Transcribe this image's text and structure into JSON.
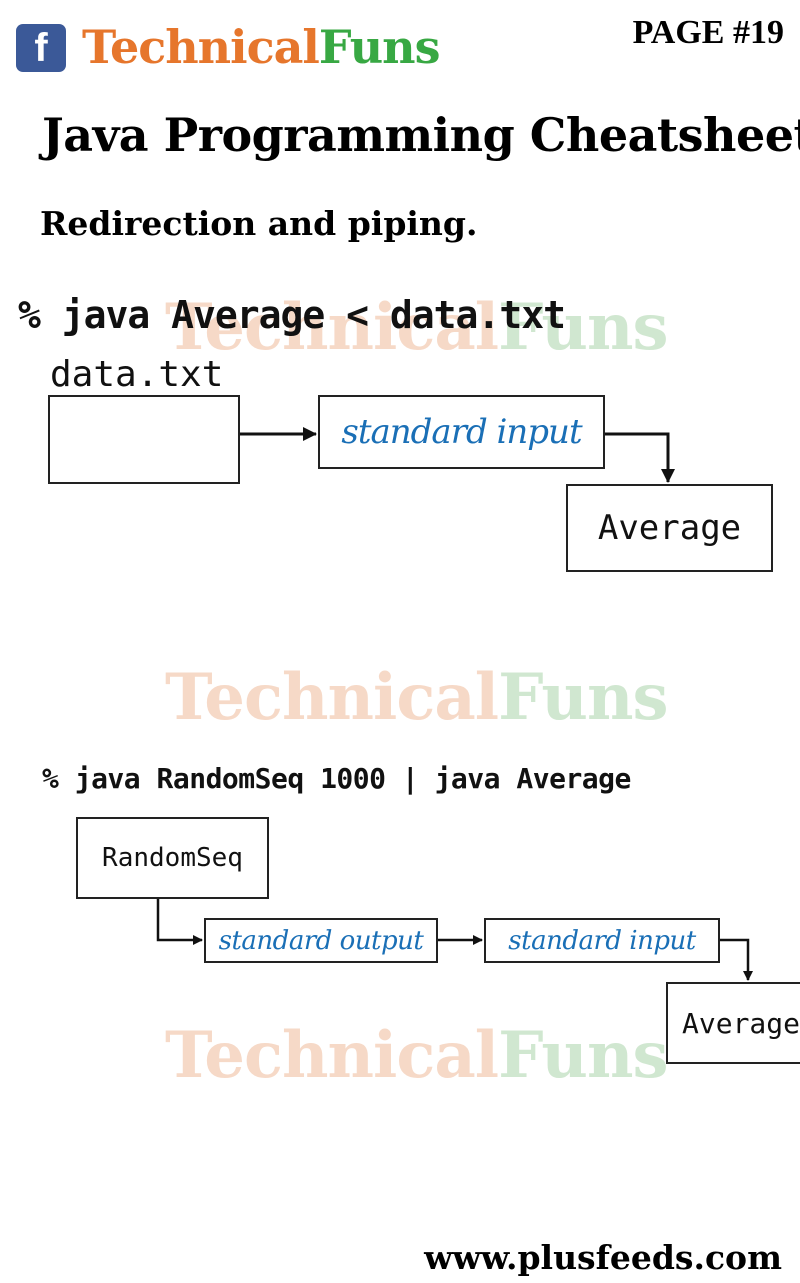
{
  "header": {
    "fb_glyph": "f",
    "brand_part1": "Technical",
    "brand_part2": "Funs",
    "page_label": "PAGE #19"
  },
  "title": "Java Programming Cheatsheet",
  "subtitle": "Redirection and piping.",
  "diagram1": {
    "command": "% java Average < data.txt",
    "file_label": "data.txt",
    "input_box": "standard input",
    "program_box": "Average"
  },
  "diagram2": {
    "command": "% java RandomSeq 1000 | java Average",
    "source_box": "RandomSeq",
    "output_box": "standard output",
    "input_box": "standard input",
    "program_box": "Average"
  },
  "watermark": {
    "part1": "Technical",
    "part2": "Funs"
  },
  "footer": "www.plusfeeds.com",
  "colors": {
    "facebook": "#3b5998",
    "brand_orange": "#e6762c",
    "brand_green": "#38a843",
    "stream_blue": "#1a6fb6"
  }
}
